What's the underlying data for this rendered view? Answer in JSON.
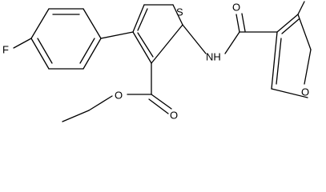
{
  "molecule": {
    "atoms": {
      "fluorine": "F",
      "thiophene_sulfur": "S",
      "amide_nh": "NH",
      "amide_oxygen": "O",
      "ester_carbonyl_oxygen": "O",
      "ester_ether_oxygen": "O",
      "furan_oxygen": "O"
    }
  }
}
